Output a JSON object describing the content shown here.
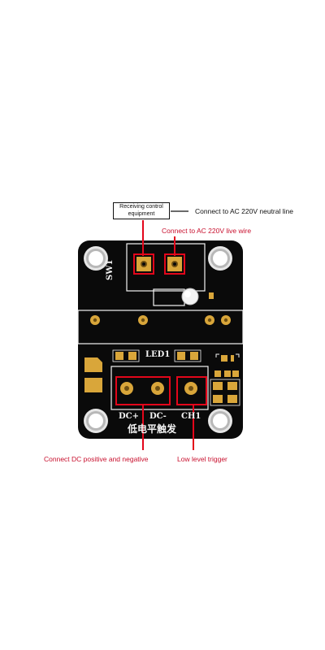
{
  "annotations": {
    "receiving_control": "Receiving control equipment",
    "neutral_line": "Connect to AC 220V neutral line",
    "live_wire": "Connect to AC 220V live wire",
    "dc_power": "Connect DC positive and negative",
    "trigger": "Low level trigger"
  },
  "board": {
    "sw_label": "SW1",
    "led_label": "LED1",
    "dc_plus": "DC+",
    "dc_minus": "DC-",
    "ch_label": "CH1",
    "trigger_cn": "低电平触发"
  },
  "colors": {
    "board": "#0a0a0a",
    "pad_gold": "#d9a63a",
    "silkscreen": "#f2f2f2",
    "highlight_red": "#e3061a",
    "annotation_red": "#c8102e"
  }
}
